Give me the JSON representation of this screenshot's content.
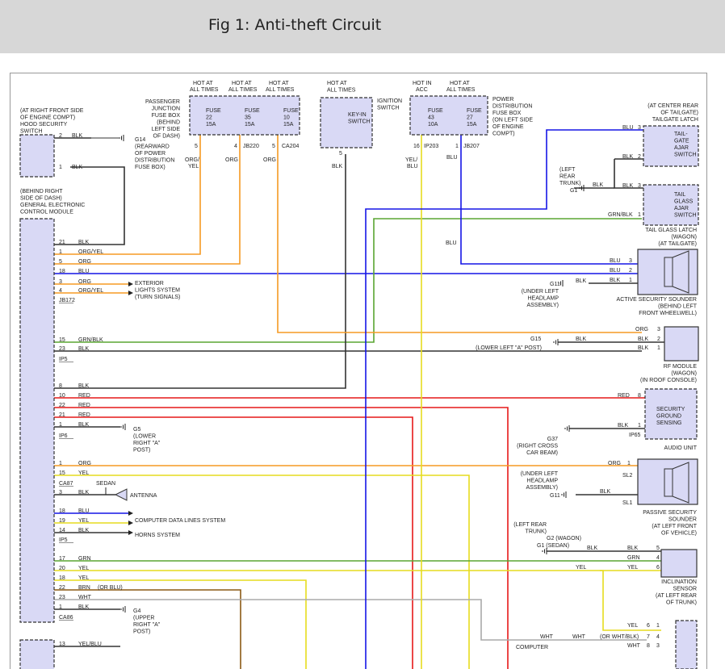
{
  "header": {
    "title": "Fig 1: Anti-theft Circuit"
  },
  "diagram": {
    "hood_switch": {
      "label": [
        "(AT RIGHT FRONT SIDE",
        "OF ENGINE COMPT)",
        "HOOD SECURITY",
        "SWITCH"
      ],
      "pins": [
        "2",
        "1"
      ],
      "wires": [
        "BLK",
        "BLK"
      ]
    },
    "g14": {
      "label": [
        "G14",
        "(REARWARD",
        "OF POWER",
        "DISTRIBUTION",
        "FUSE BOX)"
      ]
    },
    "gecm": {
      "label": [
        "(BEHIND RIGHT",
        "SIDE OF DASH)",
        "GENERAL ELECTRONIC",
        "CONTROL MODULE"
      ]
    },
    "pj_fuse_box": {
      "hot_labels": [
        "HOT AT",
        "ALL TIMES",
        "HOT AT",
        "ALL TIMES",
        "HOT AT",
        "ALL TIMES"
      ],
      "side_label": [
        "PASSENGER",
        "JUNCTION",
        "FUSE BOX",
        "(BEHIND",
        "LEFT SIDE",
        "OF DASH)"
      ],
      "fuses": [
        [
          "FUSE",
          "22",
          "15A"
        ],
        [
          "FUSE",
          "35",
          "15A"
        ],
        [
          "FUSE",
          "10",
          "15A"
        ]
      ],
      "pins": [
        "5",
        "4",
        "5"
      ],
      "connectors": [
        "JB220",
        "CA204"
      ],
      "wires": [
        "ORG/",
        "YEL",
        "ORG",
        "ORG"
      ]
    },
    "ignition": {
      "hot": [
        "HOT AT",
        "ALL TIMES"
      ],
      "label": [
        "IGNITION",
        "SWITCH"
      ],
      "inner": [
        "KEY-IN",
        "SWITCH"
      ],
      "pin": "5",
      "wire": "BLK"
    },
    "pd_fuse_box": {
      "hot_labels": [
        "HOT IN",
        "ACC",
        "HOT AT",
        "ALL TIMES"
      ],
      "side_label": [
        "POWER",
        "DISTRIBUTION",
        "FUSE BOX",
        "(ON LEFT SIDE",
        "OF ENGINE",
        "COMPT)"
      ],
      "fuses": [
        [
          "FUSE",
          "43",
          "10A"
        ],
        [
          "FUSE",
          "27",
          "15A"
        ]
      ],
      "pins": [
        "16",
        "1"
      ],
      "connectors": [
        "IP203",
        "JB207"
      ],
      "wires": [
        "YEL/",
        "BLU",
        "BLU",
        "BLU"
      ]
    },
    "tailgate_latch": {
      "label": [
        "(AT CENTER REAR",
        "OF TAILGATE)",
        "TAILGATE LATCH"
      ],
      "inner": [
        "TAIL-",
        "GATE",
        "AJAR",
        "SWITCH"
      ],
      "wires": [
        "BLU",
        "BLK"
      ],
      "pins": [
        "3",
        "2"
      ]
    },
    "left_rear_trunk": {
      "label": [
        "(LEFT",
        "REAR",
        "TRUNK)",
        "G1"
      ],
      "wire": "BLK"
    },
    "tail_glass": {
      "label": [
        "TAIL GLASS LATCH",
        "(WAGON)",
        "(AT TAILGATE)"
      ],
      "inner": [
        "TAIL",
        "GLASS",
        "AJAR",
        "SWITCH"
      ],
      "wires": [
        "BLK",
        "GRN/BLK"
      ],
      "pins": [
        "3",
        "1"
      ]
    },
    "gecm_pins": [
      [
        "21",
        "BLK"
      ],
      [
        "1",
        "ORG/YEL"
      ],
      [
        "5",
        "ORG"
      ],
      [
        "18",
        "BLU"
      ],
      [
        "3",
        "ORG"
      ],
      [
        "4",
        "ORG/YEL"
      ],
      [
        "15",
        "GRN/BLK"
      ],
      [
        "23",
        "BLK"
      ],
      [
        "8",
        "BLK"
      ],
      [
        "10",
        "RED"
      ],
      [
        "22",
        "RED"
      ],
      [
        "21",
        "RED"
      ],
      [
        "1",
        "BLK"
      ],
      [
        "1",
        "ORG"
      ],
      [
        "15",
        "YEL"
      ],
      [
        "3",
        "BLK"
      ],
      [
        "18",
        "BLU"
      ],
      [
        "19",
        "YEL"
      ],
      [
        "14",
        "BLK"
      ],
      [
        "17",
        "GRN"
      ],
      [
        "20",
        "YEL"
      ],
      [
        "18",
        "YEL"
      ],
      [
        "22",
        "BRN"
      ],
      [
        "23",
        "WHT"
      ],
      [
        "1",
        "BLK"
      ],
      [
        "13",
        "YEL/BLU"
      ]
    ],
    "gecm_connectors": [
      "JB172",
      "IP5",
      "IP6",
      "CA87",
      "IP5",
      "CA86"
    ],
    "exterior_lights": [
      "EXTERIOR",
      "LIGHTS SYSTEM",
      "(TURN SIGNALS)"
    ],
    "active_sounder": {
      "wires": [
        "BLU",
        "BLU",
        "BLK"
      ],
      "pins": [
        "3",
        "2",
        "1"
      ],
      "label": [
        "ACTIVE SECURITY SOUNDER",
        "(BEHIND LEFT",
        "FRONT WHEELWELL)"
      ],
      "ground": [
        "G11",
        "(UNDER LEFT",
        "HEADLAMP",
        "ASSEMBLY)"
      ],
      "ground_wire": "BLK"
    },
    "rf_module": {
      "wires": [
        "ORG",
        "BLK",
        "BLK"
      ],
      "pins": [
        "3",
        "2",
        "1"
      ],
      "label": [
        "RF MODULE",
        "(WAGON)",
        "(IN ROOF CONSOLE)"
      ],
      "ground": [
        "G15",
        "(LOWER LEFT \"A\" POST)"
      ],
      "ground_wire": "BLK"
    },
    "security_ground": {
      "wires": [
        "RED",
        "BLK"
      ],
      "pins": [
        "8",
        "1"
      ],
      "inner": [
        "SECURITY",
        "GROUND",
        "SENSING"
      ],
      "label": [
        "AUDIO UNIT"
      ],
      "connector": "IP65"
    },
    "g5": [
      "G5",
      "(LOWER",
      "RIGHT \"A\"",
      "POST)"
    ],
    "g37": [
      "G37",
      "(RIGHT CROSS",
      "CAR BEAM)"
    ],
    "sedan_label": "SEDAN",
    "antenna": "ANTENNA",
    "computer_data": "COMPUTER DATA LINES SYSTEM",
    "horns": "HORNS SYSTEM",
    "passive_sounder": {
      "wires": [
        "ORG",
        "BLK"
      ],
      "pins": [
        "1",
        "SL2",
        "SL1"
      ],
      "label": [
        "PASSIVE SECURITY",
        "SOUNDER",
        "(AT LEFT FRONT",
        "OF VEHICLE)"
      ],
      "ground": [
        "(UNDER LEFT",
        "HEADLAMP",
        "ASSEMBLY)",
        "G11"
      ]
    },
    "incline": {
      "ground": [
        "(LEFT REAR",
        "TRUNK)",
        "G2 (WAGON)",
        "G1 (SEDAN)"
      ],
      "wires": [
        "BLK",
        "BLK",
        "GRN",
        "YEL",
        "YEL"
      ],
      "pins": [
        "5",
        "4",
        "6"
      ],
      "label": [
        "INCLINATION",
        "SENSOR",
        "(AT LEFT REAR",
        "OF TRUNK)"
      ]
    },
    "g4": [
      "G4",
      "(UPPER",
      "RIGHT \"A\"",
      "POST)"
    ],
    "or_blu": "(OR BLU)",
    "bottom_right": {
      "wires": [
        "YEL",
        "WHT",
        "WHT",
        "(OR WHT/BLK)",
        "WHT"
      ],
      "pins": [
        "6",
        "1",
        "7",
        "4",
        "8",
        "3"
      ],
      "computer": "COMPUTER"
    },
    "colors": {
      "orange": "#f59a23",
      "blue": "#1515e6",
      "green": "#5aa532",
      "red": "#e61919",
      "yellow": "#e6dc1e",
      "dark": "#333333",
      "brown": "#8b5a14",
      "component": "#d9d9f5"
    }
  }
}
